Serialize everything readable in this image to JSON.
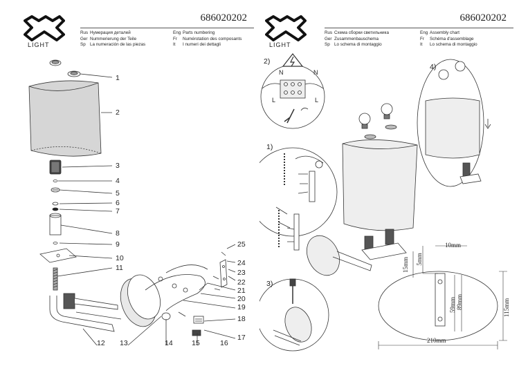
{
  "left": {
    "logo_text": "LIGHT",
    "model": "686020202",
    "header": [
      {
        "code": "Rus",
        "text": "Нумерация деталей"
      },
      {
        "code": "Ger",
        "text": "Nummerierung der Teile"
      },
      {
        "code": "Sp",
        "text": "La numeración de las piezas"
      },
      {
        "code": "Eng",
        "text": "Parts numbering"
      },
      {
        "code": "Fr",
        "text": "Numérotation des composants"
      },
      {
        "code": "It",
        "text": "I numeri dei dettagli"
      }
    ],
    "part_numbers": [
      "1",
      "2",
      "3",
      "4",
      "5",
      "6",
      "7",
      "8",
      "9",
      "10",
      "11",
      "12",
      "13",
      "14",
      "15",
      "16",
      "17",
      "18",
      "19",
      "20",
      "21",
      "22",
      "23",
      "24",
      "25"
    ]
  },
  "right": {
    "logo_text": "LIGHT",
    "model": "686020202",
    "header": [
      {
        "code": "Rus",
        "text": "Схема сборки светильника"
      },
      {
        "code": "Ger",
        "text": "Zusammenbauschema"
      },
      {
        "code": "Sp",
        "text": "Lo schema di montaggio"
      },
      {
        "code": "Eng",
        "text": "Assembly chart"
      },
      {
        "code": "Fr",
        "text": "Schéma d'assemblage"
      },
      {
        "code": "It",
        "text": "Lo schema di montaggio"
      }
    ],
    "steps": [
      "1)",
      "2)",
      "3)",
      "4)"
    ],
    "wiring_labels": [
      "N",
      "L",
      "N",
      "L"
    ],
    "dimensions": [
      "10mm",
      "15mm",
      "5mm",
      "59mm",
      "89mm",
      "115mm",
      "210mm"
    ]
  }
}
